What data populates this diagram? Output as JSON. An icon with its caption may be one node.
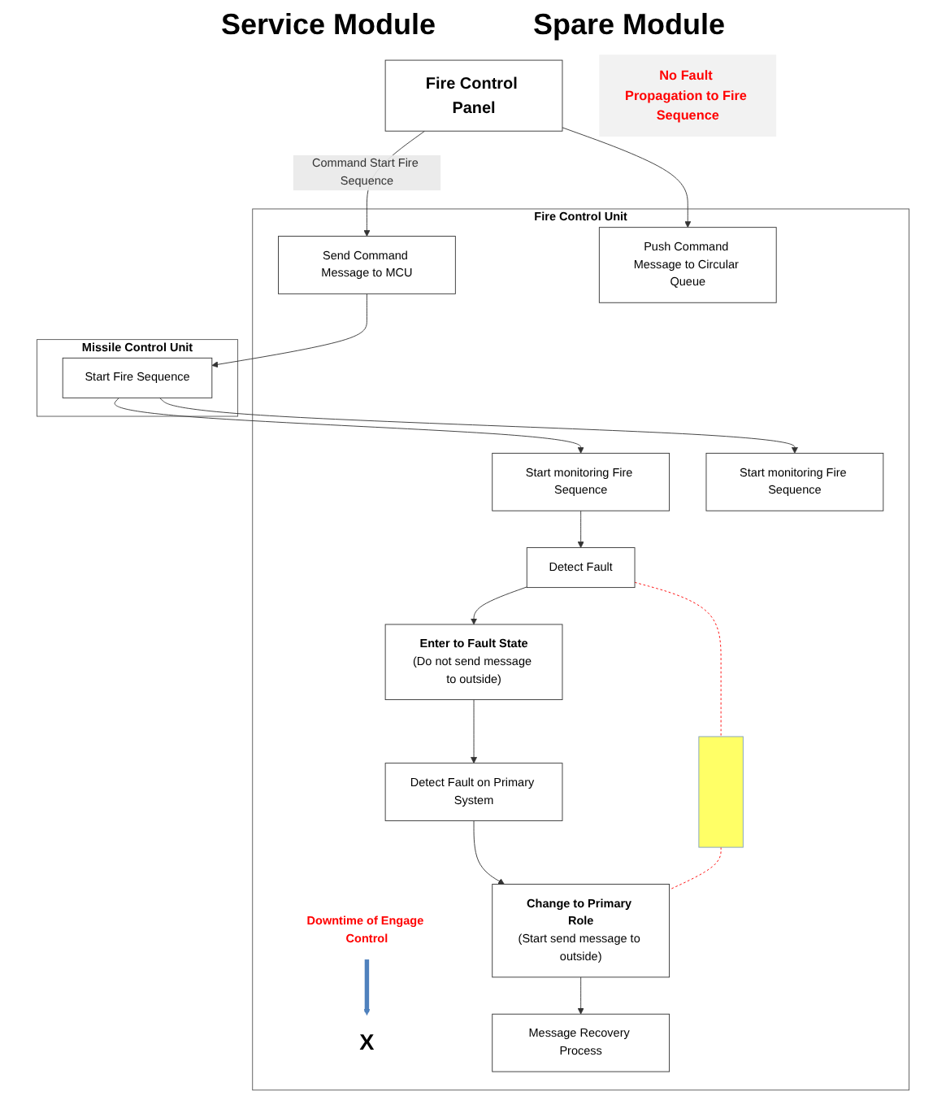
{
  "diagram": {
    "nodes": [
      {
        "text": [
          "Fire Control Panel"
        ]
      },
      {
        "text": [
          "Fire Control Unit"
        ]
      },
      {
        "text": [
          "Send Command Message to MCU"
        ],
        "in": 1
      },
      {
        "text": [
          "Push Command Message to Circular Queue"
        ],
        "in": 1
      },
      {
        "text": [
          "Missile Control Unit"
        ]
      },
      {
        "text": [
          "Start Fire Sequence"
        ],
        "in": 4
      },
      {
        "text": [
          "Start monitoring Fire Sequence"
        ],
        "in": 1
      },
      {
        "text": [
          "Start monitoring Fire Sequence"
        ],
        "in": 1
      },
      {
        "text": [
          "Detect Fault"
        ],
        "in": 1
      },
      {
        "text": [
          "Enter to Fault State",
          "(Do not send message to outside)"
        ],
        "in": 1
      },
      {
        "text": [],
        "shape": "bar",
        "in": 1
      },
      {
        "text": [
          "Downtime of Engage Control"
        ],
        "in": 1
      },
      {
        "text": [
          "X"
        ],
        "in": 1
      },
      {
        "text": [
          "No Fault Propagation to Fire Sequence"
        ]
      },
      {
        "text": [
          "Detect Fault on Primary System"
        ],
        "in": 1
      },
      {
        "text": [
          "Change to Primary Role",
          "(Start send message to outside)"
        ],
        "in": 1
      },
      {
        "text": [
          "Message Recovery Process"
        ],
        "in": 1
      }
    ],
    "edges": [
      {
        "from": 0,
        "to": 2,
        "arrow": "to",
        "label": "Command Start Fire Sequence"
      },
      {
        "from": 0,
        "to": 3,
        "arrow": "to"
      },
      {
        "from": 2,
        "to": 5,
        "arrow": "to"
      },
      {
        "from": 5,
        "to": 6,
        "arrow": "to"
      },
      {
        "from": 5,
        "to": 7,
        "arrow": "to"
      },
      {
        "from": 6,
        "to": 8,
        "arrow": "to"
      },
      {
        "from": 8,
        "to": 9,
        "arrow": "to"
      },
      {
        "from": 9,
        "to": 14,
        "arrow": "to"
      },
      {
        "from": 14,
        "to": 15,
        "arrow": "to"
      },
      {
        "from": 15,
        "to": 16,
        "arrow": "to"
      },
      {
        "from": 8,
        "to": 10,
        "arrow": "none",
        "style": "dashed",
        "color": "#ff0000"
      },
      {
        "from": 10,
        "to": 15,
        "arrow": "none",
        "style": "dashed",
        "color": "#ff0000"
      },
      {
        "from": 11,
        "to": 12,
        "arrow": "to",
        "style": "thick",
        "color": "#4f81bd"
      }
    ],
    "labels": [
      "Service Module",
      "Spare Module"
    ]
  }
}
